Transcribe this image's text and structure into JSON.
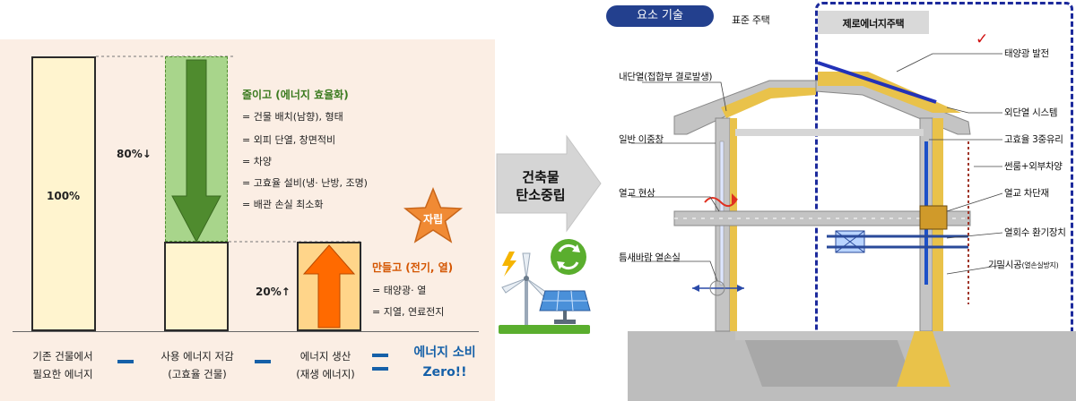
{
  "left": {
    "bar_100": "100%",
    "pct_80": "80%",
    "pct_80_arrow": "↓",
    "pct_20": "20%",
    "pct_20_arrow": "↑",
    "reduce_title": "줄이고 (에너지 효율화)",
    "reduce_items": [
      "= 건물 배치(남향), 형태",
      "= 외피 단열, 창면적비",
      "= 차양",
      "= 고효율 설비(냉·  난방, 조명)",
      "= 배관 손실 최소화"
    ],
    "self_badge": "자립",
    "produce_title": "만들고 (전기, 열)",
    "produce_items": [
      "= 태양광·  열",
      "= 지열, 연료전지"
    ],
    "bottom_1_line1": "기존 건물에서",
    "bottom_1_line2": "필요한 에너지",
    "bottom_2_line1": "사용 에너지 저감",
    "bottom_2_line2": "(고효율 건물)",
    "bottom_3_line1": "에너지 생산",
    "bottom_3_line2": "(재생 에너지)",
    "result_line1": "에너지 소비",
    "result_line2": "Zero!!"
  },
  "middle": {
    "arrow_line1": "건축물",
    "arrow_line2": "탄소중립"
  },
  "right": {
    "tag": "요소 기술",
    "standard_house": "표준 주택",
    "zero_house": "제로에너지주택",
    "check": "✓",
    "left_callouts": [
      "내단열(접합부 결로발생)",
      "일반 이중창",
      "열교 현상",
      "틈새바람 열손실"
    ],
    "right_callouts": [
      "태양광 발전",
      "외단열 시스템",
      "고효율 3중유리",
      "썬룸+외부차양",
      "열교 차단재",
      "열회수 환기장치",
      "기밀시공"
    ],
    "airtight_suffix": "(열손실방지)"
  },
  "colors": {
    "green_arrow": "#4f8b2e",
    "green_box": "#a8d58b",
    "orange_arrow": "#ff6a00",
    "cream": "#fff4cf",
    "accent_blue": "#1560a8",
    "dashed_border": "#1c2a9c",
    "panel_bg": "#fbeee4"
  }
}
